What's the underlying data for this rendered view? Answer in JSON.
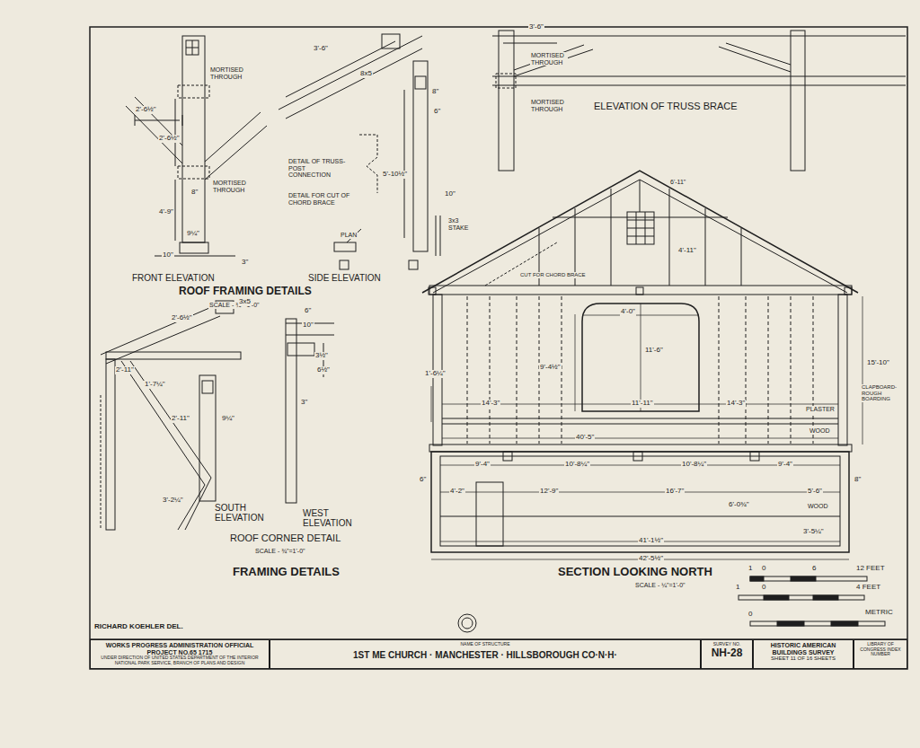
{
  "diagram": {
    "title": "1ST ME CHURCH · MANCHESTER · HILLSBOROUGH CO·N·H·",
    "nodes": [
      {
        "text": [
          "WORKS PROGRESS ADMINISTRATION OFFICIAL PROJECT NO.65 1715",
          "UNDER DIRECTION OF UNITED STATES DEPARTMENT OF THE INTERIOR NATIONAL PARK SERVICE, BRANCH OF PLANS AND DESIGN"
        ]
      },
      {
        "text": [
          "NAME OF STRUCTURE"
        ]
      },
      {
        "text": [
          "SURVEY NO.",
          "NH-28"
        ]
      },
      {
        "text": [
          "HISTORIC AMERICAN BUILDINGS SURVEY",
          "SHEET 11 OF 16 SHEETS"
        ]
      },
      {
        "text": [
          "LIBRARY OF CONGRESS INDEX NUMBER"
        ]
      }
    ],
    "labels": [
      "MORTISED THROUGH",
      "MORTISED THROUGH",
      "2'-6½\"",
      "2'-6½\"",
      "4'-9\"",
      "8\"",
      "9¼\"",
      "10\"",
      "3\"",
      "FRONT ELEVATION",
      "SIDE ELEVATION",
      "ROOF FRAMING DETAILS",
      "SCALE - ¾\"=1'-0\"",
      "3'-6\"",
      "8x5",
      "DETAIL OF TRUSS-POST CONNECTION",
      "DETAIL FOR CUT OF CHORD BRACE",
      "PLAN",
      "3x3 STAKE",
      "5'-10½\"",
      "10\"",
      "6\"",
      "8\"",
      "MORTISED THROUGH",
      "MORTISED THROUGH",
      "3'-6\"",
      "ELEVATION OF TRUSS BRACE",
      "2'-11\"",
      "2'-6½\"",
      "3x5",
      "1'-7¼\"",
      "2'-11\"",
      "9¼\"",
      "3'-2¼\"",
      "SOUTH ELEVATION",
      "WEST ELEVATION",
      "6\"",
      "10\"",
      "3½\"",
      "6½\"",
      "3\"",
      "ROOF CORNER DETAIL",
      "SCALE - ¾\"=1'-0\"",
      "FRAMING DETAILS",
      "CUT FOR CHORD BRACE",
      "4'-0\"",
      "11'-6\"",
      "9'-4½\"",
      "1'-6¼\"",
      "14'-3\"",
      "11'-11\"",
      "14'-3\"",
      "15'-10\"",
      "PLASTER",
      "WOOD",
      "CLAPBOARD- ROUGH BOARDING",
      "40'-5\"",
      "9'-4\"",
      "10'-8¼\"",
      "10'-8¼\"",
      "9'-4\"",
      "6\"",
      "8\"",
      "4'-2\"",
      "12'-9\"",
      "16'-7\"",
      "5'-6\"",
      "6'-0¾\"",
      "WOOD",
      "3'-5¼\"",
      "41'-1½\"",
      "42'-5½\"",
      "SECTION LOOKING NORTH",
      "SCALE - ¼\"=1'-0\"",
      "4'-11\"",
      "6'-11\"",
      "1",
      "0",
      "6",
      "12 FEET",
      "1",
      "0",
      "4 FEET",
      "0",
      "METRIC",
      "RICHARD KOEHLER DEL."
    ]
  }
}
